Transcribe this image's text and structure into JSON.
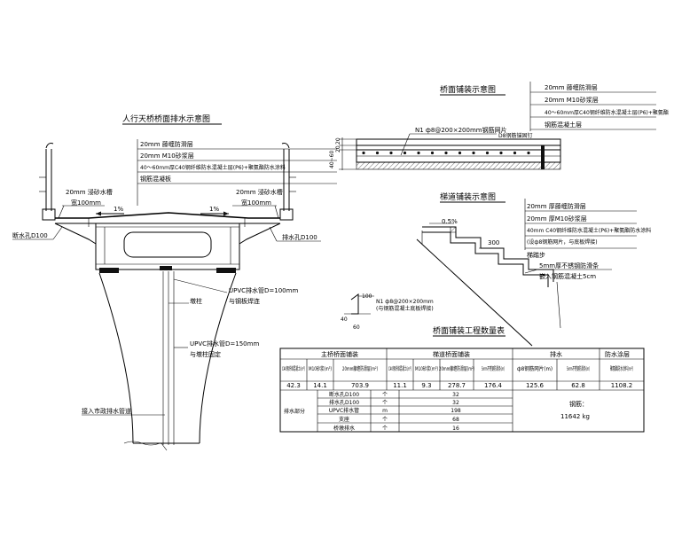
{
  "titles": {
    "main": "人行天桥桥面排水示意图",
    "deck": "桥面铺装示意图",
    "stair": "梯道铺装示意图",
    "table": "桥面铺装工程数量表"
  },
  "main_layers": [
    "20mm 藤缠防滑层",
    "20mm M10砂浆层",
    "40～60mm厚C40钢纤维防水混凝土层(P6)+聚氨酯防水涂料",
    "钢筋混凝板"
  ],
  "main_labels": {
    "drain_left_1": "20mm 浸砂水槽",
    "drain_left_2": "宽100mm",
    "drain_right_1": "20mm 浸砂水槽",
    "drain_right_2": "宽100mm",
    "slope_left": "1%",
    "slope_right": "1%",
    "pipe_left": "断水孔D100",
    "pipe_right": "排水孔D100",
    "upvc100_1": "UPVC排水管D=100mm",
    "upvc100_2": "与钢板焊连",
    "column": "墩柱",
    "upvc150_1": "UPVC排水管D=150mm",
    "upvc150_2": "与墩柱固定",
    "inlet": "接入市政排水管道"
  },
  "deck_layers": [
    "20mm 藤缠防滑层",
    "20mm M10砂浆层",
    "40～60mm厚C40钢纤维防水混凝土层(P6)+聚氨酯",
    "钢筋混凝土层"
  ],
  "deck_labels": {
    "mesh": "N1 ф8@200×200mm钢筋网片",
    "bar": "D8钢筋锚固钉",
    "dim1": "20",
    "dim2": "20",
    "dim3": "40~60"
  },
  "stair_layers": [
    "20mm 厚藤缠防滑层",
    "20mm 厚M10砂浆层",
    "40mm C40钢纤维防水混凝土(P6)+聚氨酯防水涂料",
    "(设ф8钢筋网片，与底板焊接)",
    "梯踏步"
  ],
  "stair_labels": {
    "slope": "0.5%",
    "tread": "300",
    "edge_1": "5mm厚不锈钢防滑条",
    "edge_2": "嵌入钢筋混凝土5cm"
  },
  "detail_labels": {
    "mesh_1": "N1 ф8@200×200mm",
    "mesh_2": "(与钢筋混凝土底板焊接)",
    "d100": "100",
    "d40": "40",
    "d60": "60"
  },
  "table": {
    "groups": [
      "主桥桥面铺装",
      "梯道桥面铺装",
      "排水",
      "防水涂层"
    ],
    "headers": [
      "C40钢纤维混凝土(m³)",
      "M10砂浆(m³)",
      "20mm藤缠防滑层(m²)",
      "C40钢纤维混凝土(m³)",
      "M10砂浆(m³)",
      "20mm藤缠防滑层(m²)",
      "5mm不锈钢防滑条(m)",
      "ф8钢筋网片(m)",
      "5mm不锈钢防滑条(m)",
      "聚氨酯防水涂料(m²)"
    ],
    "values": [
      "42.3",
      "14.1",
      "703.9",
      "11.1",
      "9.3",
      "278.7",
      "176.4",
      "125.6",
      "62.8",
      "1108.2"
    ],
    "drain_group": "排水部分",
    "drain_cols": [
      "",
      "",
      ""
    ],
    "drain_rows": [
      [
        "断水孔D100",
        "个",
        "32"
      ],
      [
        "排水孔D100",
        "个",
        "32"
      ],
      [
        "UPVC排水管",
        "m",
        "198"
      ],
      [
        "支座",
        "个",
        "68"
      ],
      [
        "桥墩排水",
        "个",
        "16"
      ]
    ],
    "steel_label": "钢筋：",
    "steel_value": "11642 kg"
  }
}
